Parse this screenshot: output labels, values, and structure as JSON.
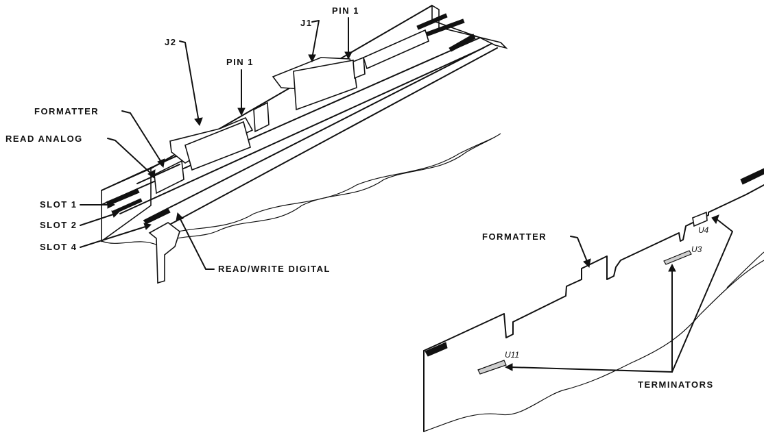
{
  "labels": {
    "j1": "J1",
    "j2": "J2",
    "pin1_upper": "PIN 1",
    "pin1_lower": "PIN 1",
    "formatter_left": "FORMATTER",
    "read_analog": "READ ANALOG",
    "slot1": "SLOT 1",
    "slot2": "SLOT 2",
    "slot4": "SLOT 4",
    "read_write_digital": "READ/WRITE DIGITAL",
    "formatter_right": "FORMATTER",
    "terminators": "TERMINATORS",
    "u4": "U4",
    "u3": "U3",
    "u11": "U11"
  },
  "colors": {
    "ink": "#111111",
    "paper": "#ffffff"
  }
}
